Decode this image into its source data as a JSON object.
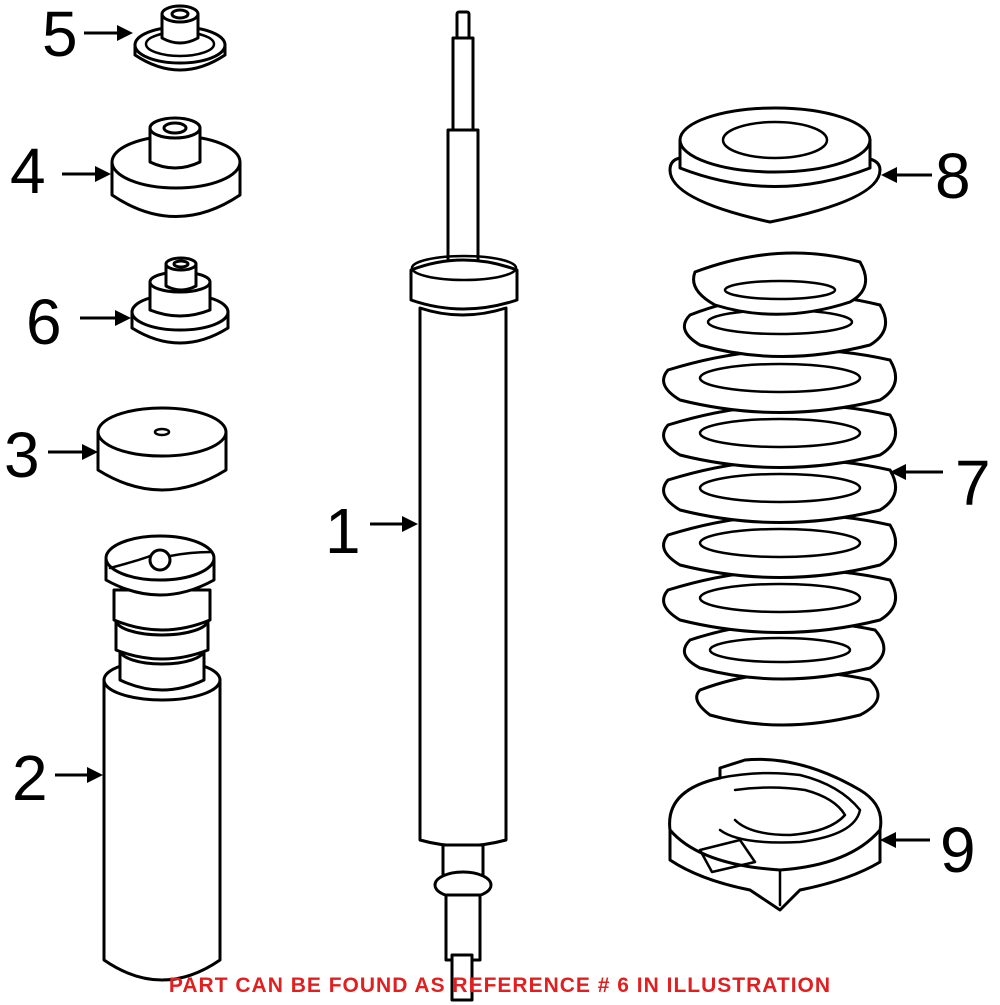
{
  "callouts": [
    {
      "id": "1",
      "label": "1"
    },
    {
      "id": "2",
      "label": "2"
    },
    {
      "id": "3",
      "label": "3"
    },
    {
      "id": "4",
      "label": "4"
    },
    {
      "id": "5",
      "label": "5"
    },
    {
      "id": "6",
      "label": "6"
    },
    {
      "id": "7",
      "label": "7"
    },
    {
      "id": "8",
      "label": "8"
    },
    {
      "id": "9",
      "label": "9"
    }
  ],
  "note": {
    "text": "PART CAN BE FOUND AS REFERENCE # 6 IN ILLUSTRATION",
    "color": "#e02020"
  }
}
